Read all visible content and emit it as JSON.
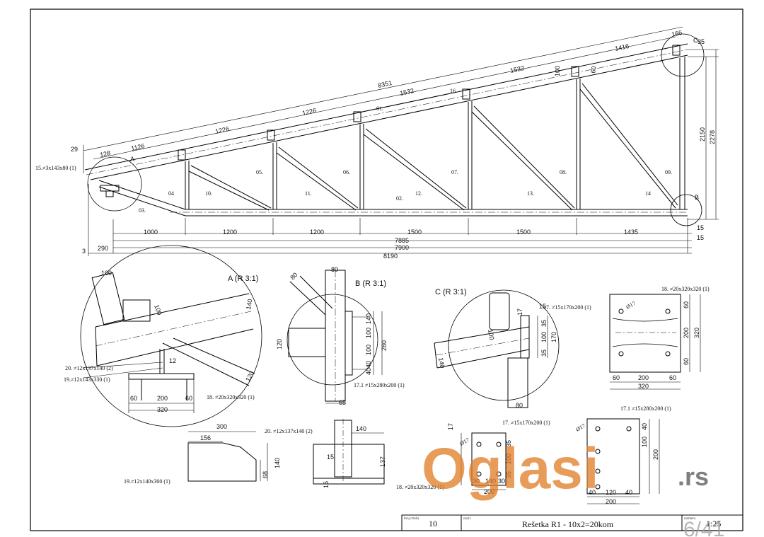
{
  "title_block": {
    "drawing_no_caption": "broj crteža",
    "drawing_no": "10",
    "name_caption": "naziv",
    "name": "Rešetka R1 - 10x2=20kom",
    "scale_caption": "razmera",
    "scale": "1:25"
  },
  "watermark": {
    "brand": "Oglasi",
    "tld": ".rs",
    "page": "6/41",
    "color": "#e07b24"
  },
  "truss": {
    "top_dims": [
      "29",
      "128",
      "1126",
      "1226",
      "1226",
      "1532",
      "1532",
      "1416",
      "166"
    ],
    "top_overall": "8351",
    "bottom_dims": [
      "1000",
      "1200",
      "1200",
      "1500",
      "1500",
      "1435"
    ],
    "overall_dims": [
      "7885",
      "7900",
      "8190"
    ],
    "left_dims": [
      "3",
      "290"
    ],
    "right_dims": [
      "2150",
      "2278",
      "15",
      "15",
      "35"
    ],
    "purlin_dims": [
      "100",
      "60"
    ],
    "member_labels": [
      "01.",
      "02.",
      "03.",
      "04",
      "05.",
      "06.",
      "07.",
      "08.",
      "09.",
      "10.",
      "11.",
      "12.",
      "13.",
      "14"
    ],
    "detail_marks": [
      "A",
      "B",
      "C"
    ],
    "marker_16": "16",
    "plate_15": "15.≠3x143x80 (1)"
  },
  "detail_a": {
    "title": "A (R 3:1)",
    "dims": [
      "100",
      "100",
      "140",
      "12",
      "120",
      "60",
      "200",
      "60",
      "320"
    ],
    "note_20": "20. ≠12x137x140 (2)",
    "note_19": "19.≠12x143x330 (1)",
    "note_18": "18. ≠20x320x320 (1)"
  },
  "detail_b": {
    "title": "B (R 3:1)",
    "dims": [
      "80",
      "80",
      "120",
      "140",
      "100",
      "100",
      "40",
      "40",
      "280",
      "65"
    ],
    "note_17": "17.1 ≠15x280x200 (1)"
  },
  "detail_c": {
    "title": "C (R 3:1)",
    "dims": [
      "17",
      "100",
      "140",
      "15",
      "35",
      "100",
      "35",
      "170",
      "80"
    ],
    "note_17": "17. ≠15x170x200 (1)"
  },
  "plate_18": {
    "note": "18. ≠20x320x320 (1)",
    "hole": "Ø17",
    "dims": [
      "60",
      "200",
      "60",
      "320",
      "200",
      "320",
      "60",
      "60"
    ]
  },
  "plate_19": {
    "dims": [
      "300",
      "156",
      "140",
      "68"
    ],
    "note": "19.≠12x140x300 (1)"
  },
  "section_20": {
    "note_20": "20. ≠12x137x140 (2)",
    "dims": [
      "140",
      "137",
      "15",
      "15"
    ],
    "note_18": "18. ≠20x320x320 (1)"
  },
  "plate_17": {
    "note": "17. ≠15x170x200 (1)",
    "hole": "Ø17",
    "dims": [
      "17",
      "35",
      "100",
      "35",
      "30",
      "140",
      "30",
      "200"
    ]
  },
  "plate_171": {
    "note": "17.1 ≠15x280x200 (1)",
    "hole": "Ø17",
    "dims": [
      "40",
      "100",
      "200",
      "40",
      "120",
      "40",
      "200"
    ]
  }
}
